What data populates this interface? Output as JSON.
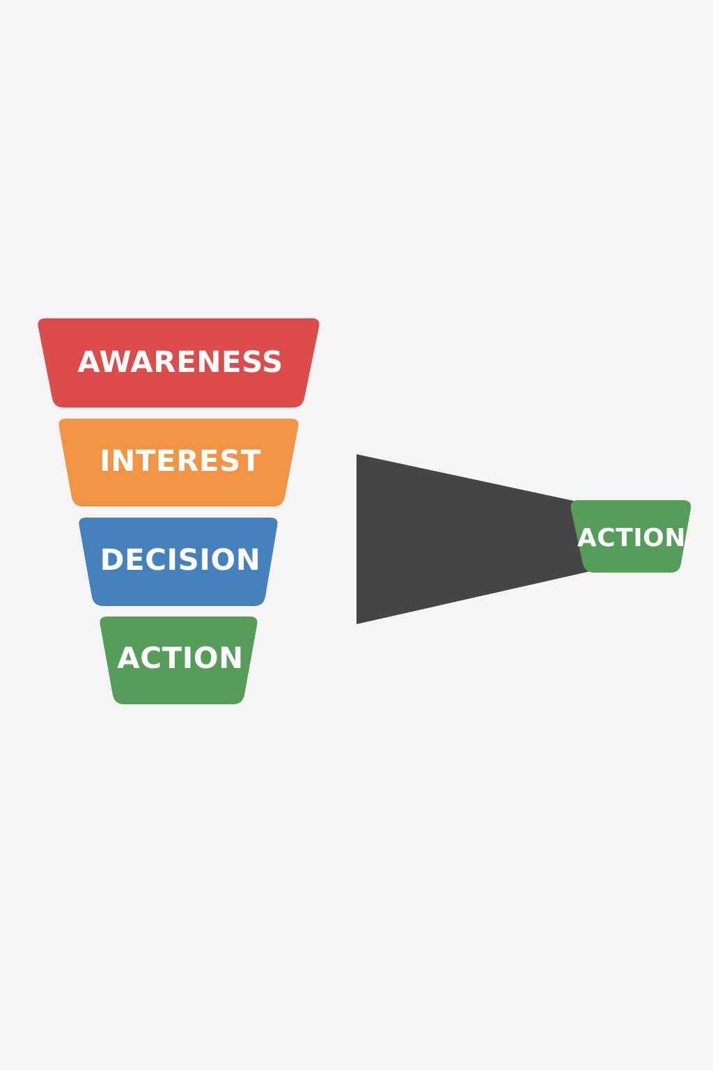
{
  "funnel": {
    "stages": [
      {
        "label": "AWARENESS",
        "color": "#de4b4b"
      },
      {
        "label": "INTEREST",
        "color": "#f29444"
      },
      {
        "label": "DECISION",
        "color": "#4581bc"
      },
      {
        "label": "ACTION",
        "color": "#579d5a"
      }
    ]
  },
  "output": {
    "label": "ACTION",
    "color": "#579d5a",
    "cone_color": "#434547"
  }
}
